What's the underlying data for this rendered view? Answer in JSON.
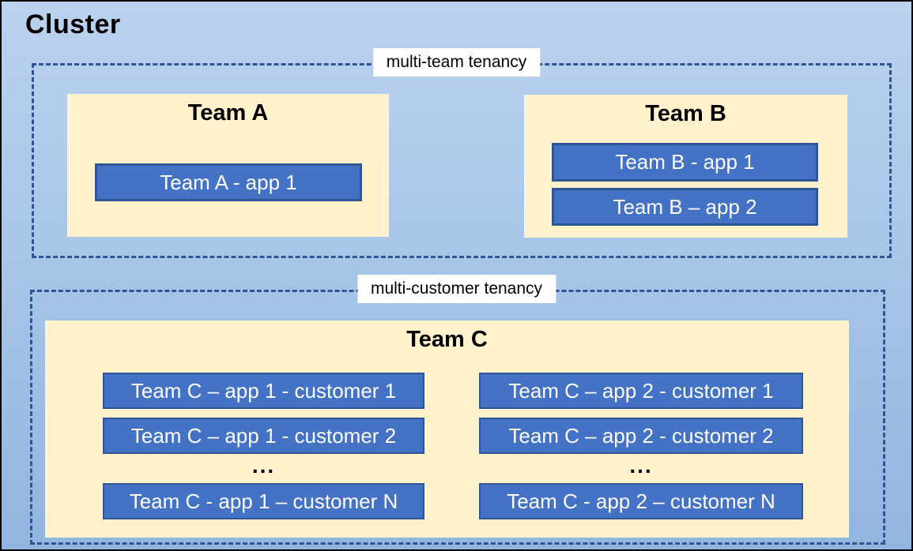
{
  "title": "Cluster",
  "colors": {
    "canvas_top": "#BBD2EE",
    "canvas_bottom": "#92B5DF",
    "canvas_border": "#000000",
    "dashed_border": "#2F5496",
    "team_fill": "#FFF2CC",
    "app_fill": "#4472C4",
    "app_border": "#2F5597",
    "app_text": "#FFFFFF",
    "label_bg": "#FFFFFF",
    "text": "#000000"
  },
  "multi_team": {
    "label": "multi-team tenancy",
    "team_a": {
      "name": "Team A",
      "apps": [
        "Team A - app 1"
      ]
    },
    "team_b": {
      "name": "Team B",
      "apps": [
        "Team B - app 1",
        "Team B – app 2"
      ]
    }
  },
  "multi_customer": {
    "label": "multi-customer tenancy",
    "team_c": {
      "name": "Team C",
      "ellipsis": "...",
      "col1": [
        "Team C – app 1 - customer 1",
        "Team C – app 1 - customer 2",
        "Team C - app 1 – customer N"
      ],
      "col2": [
        "Team C – app 2 - customer 1",
        "Team C – app 2 - customer 2",
        "Team C - app 2 – customer N"
      ]
    }
  }
}
